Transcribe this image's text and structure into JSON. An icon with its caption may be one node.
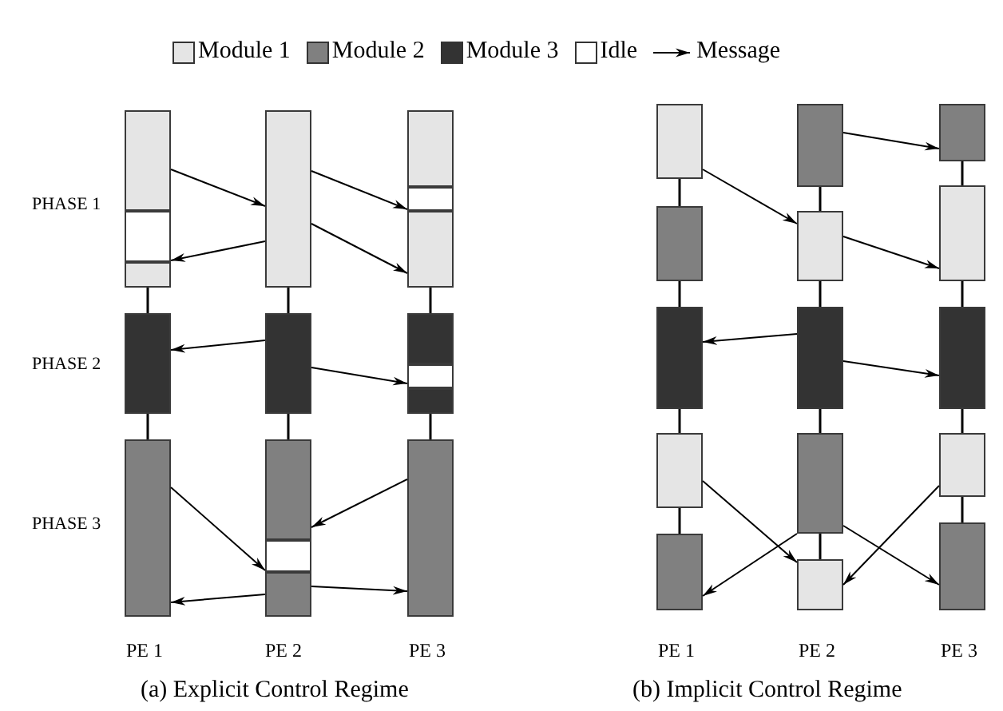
{
  "diagram": {
    "nodes": [
      {
        "text": [],
        "shape": "bar"
      },
      {
        "text": [],
        "shape": "bar"
      },
      {
        "text": [],
        "shape": "bar"
      },
      {
        "text": [],
        "shape": "bar"
      },
      {
        "text": [],
        "shape": "bar"
      },
      {
        "text": [],
        "shape": "bar"
      },
      {
        "text": [],
        "shape": "bar"
      },
      {
        "text": [],
        "shape": "bar"
      },
      {
        "text": [],
        "shape": "bar"
      },
      {
        "text": [],
        "shape": "bar"
      },
      {
        "text": [],
        "shape": "bar"
      },
      {
        "text": [],
        "shape": "bar"
      },
      {
        "text": [],
        "shape": "bar"
      },
      {
        "text": [],
        "shape": "bar"
      },
      {
        "text": [],
        "shape": "bar"
      },
      {
        "text": [],
        "shape": "bar"
      },
      {
        "text": [],
        "shape": "bar"
      },
      {
        "text": [],
        "shape": "bar"
      },
      {
        "text": [],
        "shape": "bar"
      },
      {
        "text": [],
        "shape": "bar"
      },
      {
        "text": [],
        "shape": "bar"
      },
      {
        "text": [],
        "shape": "bar"
      },
      {
        "text": [],
        "shape": "bar"
      },
      {
        "text": [],
        "shape": "bar"
      },
      {
        "text": [],
        "shape": "bar"
      },
      {
        "text": [],
        "shape": "bar"
      },
      {
        "text": [],
        "shape": "bar"
      },
      {
        "text": [],
        "shape": "bar"
      },
      {
        "text": [],
        "shape": "bar"
      },
      {
        "text": [],
        "shape": "bar"
      },
      {
        "text": [],
        "shape": "bar"
      },
      {
        "text": [],
        "shape": "bar"
      }
    ],
    "edges": [
      {
        "from": 0,
        "to": 5,
        "arrow": "to"
      },
      {
        "from": 5,
        "to": 11,
        "arrow": "to"
      },
      {
        "from": 5,
        "to": 12,
        "arrow": "to"
      },
      {
        "from": 5,
        "to": 1,
        "arrow": "to"
      },
      {
        "from": 6,
        "to": 3,
        "arrow": "to"
      },
      {
        "from": 6,
        "to": 14,
        "arrow": "to"
      },
      {
        "from": 4,
        "to": 8,
        "arrow": "to"
      },
      {
        "from": 16,
        "to": 7,
        "arrow": "to"
      },
      {
        "from": 9,
        "to": 4,
        "arrow": "to"
      },
      {
        "from": 9,
        "to": 16,
        "arrow": "to"
      },
      {
        "from": 17,
        "to": 23,
        "arrow": "to"
      },
      {
        "from": 22,
        "to": 27,
        "arrow": "to"
      },
      {
        "from": 23,
        "to": 28,
        "arrow": "to"
      },
      {
        "from": 24,
        "to": 19,
        "arrow": "to"
      },
      {
        "from": 24,
        "to": 29,
        "arrow": "to"
      },
      {
        "from": 20,
        "to": 26,
        "arrow": "to"
      },
      {
        "from": 25,
        "to": 21,
        "arrow": "to"
      },
      {
        "from": 30,
        "to": 26,
        "arrow": "to"
      },
      {
        "from": 25,
        "to": 31,
        "arrow": "to"
      },
      {
        "from": 2,
        "to": 3,
        "arrow": "none"
      },
      {
        "from": 3,
        "to": 4,
        "arrow": "none"
      },
      {
        "from": 5,
        "to": 6,
        "arrow": "none"
      },
      {
        "from": 6,
        "to": 7,
        "arrow": "none"
      },
      {
        "from": 12,
        "to": 13,
        "arrow": "none"
      },
      {
        "from": 15,
        "to": 16,
        "arrow": "none"
      },
      {
        "from": 17,
        "to": 18,
        "arrow": "none"
      },
      {
        "from": 18,
        "to": 19,
        "arrow": "none"
      },
      {
        "from": 19,
        "to": 20,
        "arrow": "none"
      },
      {
        "from": 20,
        "to": 21,
        "arrow": "none"
      },
      {
        "from": 22,
        "to": 23,
        "arrow": "none"
      },
      {
        "from": 23,
        "to": 24,
        "arrow": "none"
      },
      {
        "from": 24,
        "to": 25,
        "arrow": "none"
      },
      {
        "from": 25,
        "to": 26,
        "arrow": "none"
      },
      {
        "from": 27,
        "to": 28,
        "arrow": "none"
      },
      {
        "from": 28,
        "to": 29,
        "arrow": "none"
      },
      {
        "from": 29,
        "to": 30,
        "arrow": "none"
      },
      {
        "from": 30,
        "to": 31,
        "arrow": "none"
      }
    ],
    "labels": [
      "PHASE 1",
      "PHASE 2",
      "PHASE 3",
      "PE 1",
      "PE 2",
      "PE 3",
      "PE 1",
      "PE 2",
      "PE 3",
      "(a) Explicit Control Regime",
      "(b) Implicit Control Regime"
    ],
    "legend": [
      {
        "text": "Module 1",
        "color": "#e5e5e5"
      },
      {
        "text": "Module 2",
        "color": "#808080"
      },
      {
        "text": "Module 3",
        "color": "#333333"
      },
      {
        "text": "Idle",
        "color": "#ffffff"
      },
      {
        "text": "Message"
      }
    ]
  }
}
